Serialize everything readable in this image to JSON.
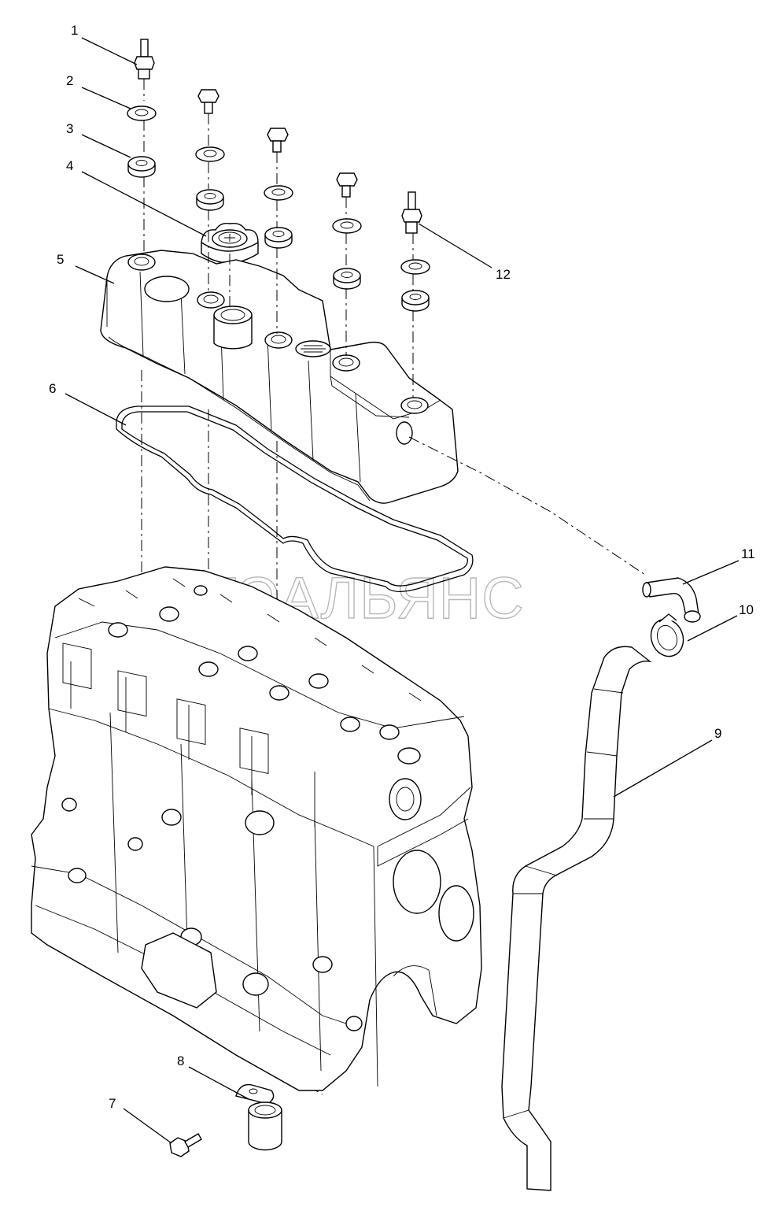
{
  "watermark": "АВТОАЛЬЯНС",
  "callouts": [
    "1",
    "2",
    "3",
    "4",
    "5",
    "6",
    "7",
    "8",
    "9",
    "10",
    "11",
    "12"
  ]
}
